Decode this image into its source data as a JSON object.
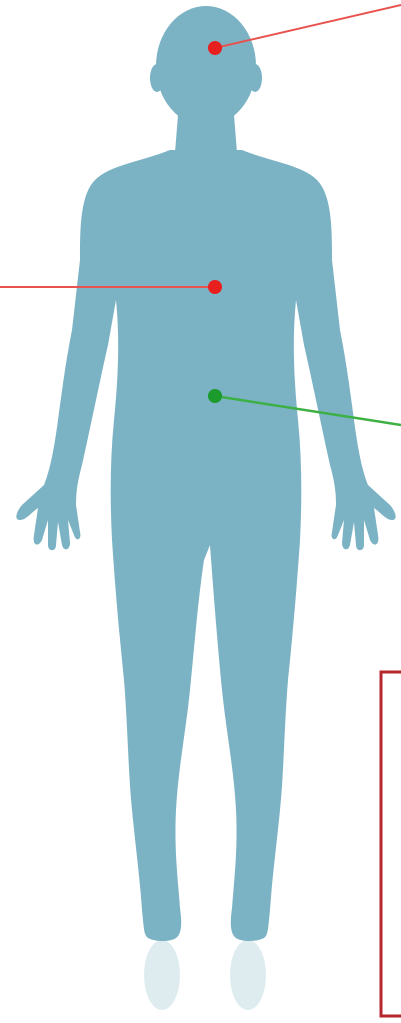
{
  "figure": {
    "colors": {
      "body": "#7bb3c5",
      "marker_red": "#e81f1f",
      "marker_green": "#1a9b2c",
      "leader_red": "#e8534f",
      "leader_green": "#3cb043",
      "box_border": "#b5262d"
    },
    "markers": [
      {
        "name": "head-marker",
        "color": "red"
      },
      {
        "name": "chest-marker",
        "color": "red"
      },
      {
        "name": "abdomen-marker",
        "color": "green"
      }
    ]
  }
}
